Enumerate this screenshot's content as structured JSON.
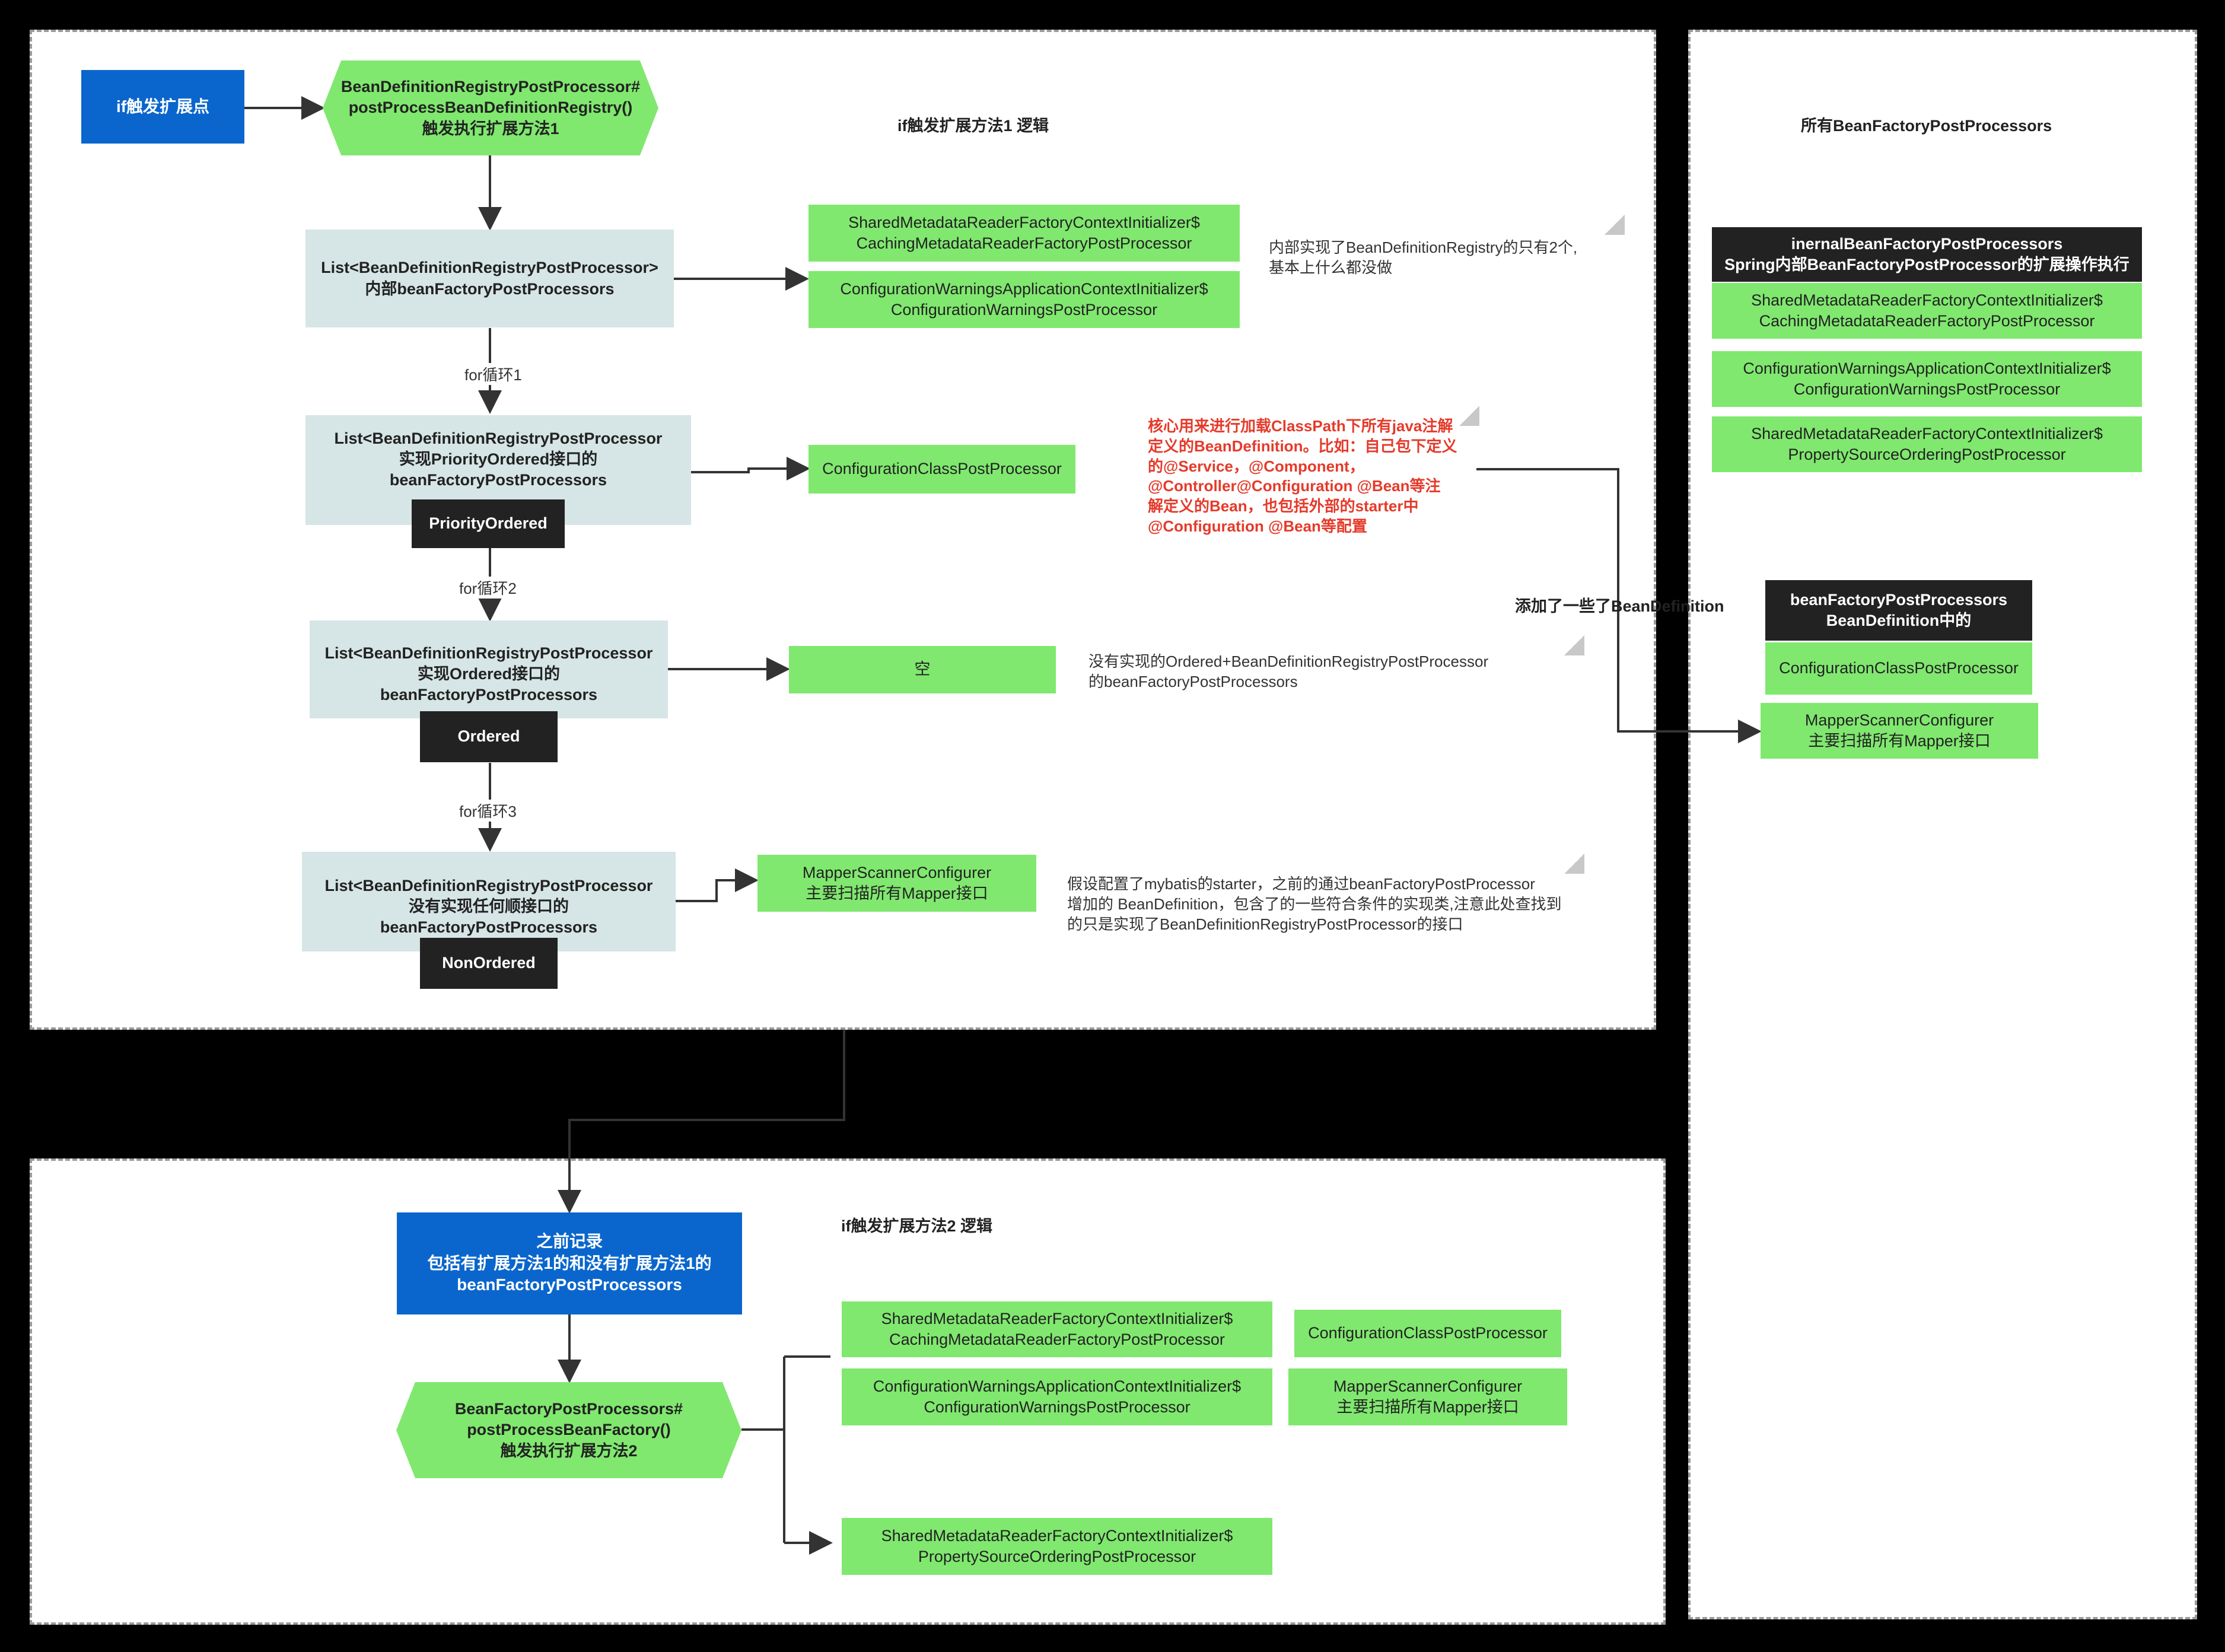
{
  "panel_top": {
    "title": "if触发扩展方法1 逻辑",
    "trigger_label": "if触发扩展点",
    "hex1_text": "BeanDefinitionRegistryPostProcessor#\npostProcessBeanDefinitionRegistry()\n触发执行扩展方法1",
    "list_internal": "List<BeanDefinitionRegistryPostProcessor>\n内部beanFactoryPostProcessors",
    "internal_items": [
      "SharedMetadataReaderFactoryContextInitializer$\nCachingMetadataReaderFactoryPostProcessor",
      "ConfigurationWarningsApplicationContextInitializer$\nConfigurationWarningsPostProcessor"
    ],
    "internal_note": "内部实现了BeanDefinitionRegistry的只有2个,\n基本上什么都没做",
    "loop1_label": "for循环1",
    "list_priority": "List<BeanDefinitionRegistryPostProcessor\n实现PriorityOrdered接口的\nbeanFactoryPostProcessors",
    "priority_tag": "PriorityOrdered",
    "priority_item": "ConfigurationClassPostProcessor",
    "priority_note": "核心用来进行加载ClassPath下所有java注解\n定义的BeanDefinition。比如：自己包下定义\n的@Service，@Component，\n@Controller@Configuration @Bean等注\n解定义的Bean，也包括外部的starter中\n@Configuration @Bean等配置",
    "loop2_label": "for循环2",
    "list_ordered": "List<BeanDefinitionRegistryPostProcessor\n实现Ordered接口的\nbeanFactoryPostProcessors",
    "ordered_tag": "Ordered",
    "ordered_item": "空",
    "ordered_note": "没有实现的Ordered+BeanDefinitionRegistryPostProcessor\n的beanFactoryPostProcessors",
    "loop3_label": "for循环3",
    "list_nonordered": "List<BeanDefinitionRegistryPostProcessor\n没有实现任何顺接口的\nbeanFactoryPostProcessors",
    "nonordered_tag": "NonOrdered",
    "nonordered_item": "MapperScannerConfigurer\n主要扫描所有Mapper接口",
    "nonordered_note": "假设配置了mybatis的starter，之前的通过beanFactoryPostProcessor\n增加的 BeanDefinition，包含了的一些符合条件的实现类,注意此处查找到\n的只是实现了BeanDefinitionRegistryPostProcessor的接口"
  },
  "panel_right": {
    "title": "所有BeanFactoryPostProcessors",
    "internal_header": "inernalBeanFactoryPostProcessors\nSpring内部BeanFactoryPostProcessor的扩展操作执行",
    "internal_items": [
      "SharedMetadataReaderFactoryContextInitializer$\nCachingMetadataReaderFactoryPostProcessor",
      "ConfigurationWarningsApplicationContextInitializer$\nConfigurationWarningsPostProcessor",
      "SharedMetadataReaderFactoryContextInitializer$\nPropertySourceOrderingPostProcessor"
    ],
    "bd_header": "beanFactoryPostProcessors\nBeanDefinition中的",
    "bd_items": [
      "ConfigurationClassPostProcessor",
      "MapperScannerConfigurer\n主要扫描所有Mapper接口"
    ]
  },
  "connector_label": "添加了一些了BeanDefinition",
  "panel_bottom": {
    "title": "if触发扩展方法2 逻辑",
    "record_box": "之前记录\n包括有扩展方法1的和没有扩展方法1的\nbeanFactoryPostProcessors",
    "hex2_text": "BeanFactoryPostProcessors#\npostProcessBeanFactory()\n触发执行扩展方法2",
    "items": [
      "SharedMetadataReaderFactoryContextInitializer$\nCachingMetadataReaderFactoryPostProcessor",
      "ConfigurationWarningsApplicationContextInitializer$\nConfigurationWarningsPostProcessor",
      "SharedMetadataReaderFactoryContextInitializer$\nPropertySourceOrderingPostProcessor",
      "ConfigurationClassPostProcessor",
      "MapperScannerConfigurer\n主要扫描所有Mapper接口"
    ]
  },
  "colors": {
    "green": "#80e86f",
    "blue": "#0a66cc",
    "dark": "#222222",
    "gray": "#d6e5e5",
    "red_text": "#e53a2a"
  },
  "icons": [
    "note-icon",
    "arrow-icon"
  ]
}
